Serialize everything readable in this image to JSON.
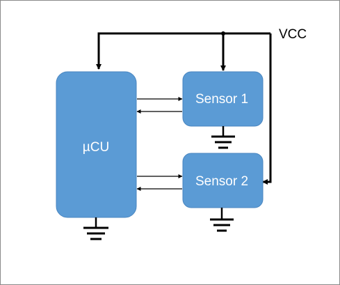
{
  "diagram": {
    "blocks": {
      "mcu": {
        "label": "µCU"
      },
      "sensor1": {
        "label": "Sensor 1"
      },
      "sensor2": {
        "label": "Sensor 2"
      }
    },
    "power_label": "VCC",
    "colors": {
      "block_fill": "#5b9bd5",
      "block_stroke": "#4a86c0",
      "line": "#000000",
      "label_on_block": "#ffffff"
    }
  }
}
